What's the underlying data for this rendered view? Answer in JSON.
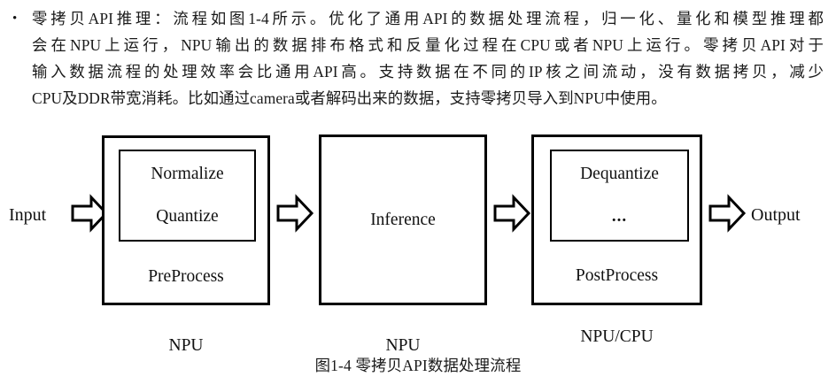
{
  "document": {
    "bullet_glyph": "•",
    "paragraph_lines": [
      "零拷贝API推理：流程如图1-4所示。优化了通用API的数据处理流程，归一化、量化和模型推理都",
      "会在NPU上运行，NPU输出的数据排布格式和反量化过程在CPU或者NPU上运行。零拷贝API对于",
      "输入数据流程的处理效率会比通用API高。支持数据在不同的IP核之间流动，没有数据拷贝，减少",
      "CPU及DDR带宽消耗。比如通过camera或者解码出来的数据，支持零拷贝导入到NPU中使用。"
    ]
  },
  "diagram": {
    "input_label": "Input",
    "output_label": "Output",
    "stages": [
      {
        "id": "preprocess",
        "inner_lines": [
          "Normalize",
          "Quantize"
        ],
        "caption": "PreProcess",
        "unit": "NPU"
      },
      {
        "id": "inference",
        "center_label": "Inference",
        "unit": "NPU"
      },
      {
        "id": "postprocess",
        "inner_lines": [
          "Dequantize",
          "..."
        ],
        "caption": "PostProcess",
        "unit": "NPU/CPU"
      }
    ],
    "arrows": [
      "arrow-input-to-preprocess",
      "arrow-preprocess-to-inference",
      "arrow-inference-to-postprocess",
      "arrow-postprocess-to-output"
    ]
  },
  "figure_caption": "图1-4 零拷贝API数据处理流程",
  "colors": {
    "stroke": "#000000",
    "text": "#1a1a1a",
    "background": "#ffffff"
  }
}
